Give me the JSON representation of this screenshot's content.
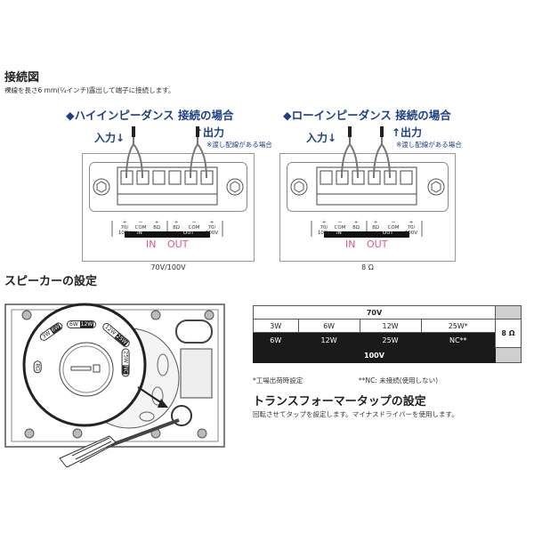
{
  "wiring": {
    "title": "接続図",
    "subtitle": "裸線を長さ6 mm(¼インチ)露出して端子に接続します。",
    "high": {
      "heading": "◆ハイインピーダンス 接続の場合",
      "input": "入力↓",
      "output": "↑出力",
      "note": "※渡し配線がある場合",
      "caption": "70V/100V"
    },
    "low": {
      "heading": "◆ローインピーダンス 接続の場合",
      "input": "入力↓",
      "output": "↑出力",
      "note": "※渡し配線がある場合",
      "caption": "8 Ω"
    },
    "terminal_labels": {
      "t1": [
        "+",
        "70/",
        "100V"
      ],
      "t2": [
        "−",
        "COM"
      ],
      "t3": [
        "+",
        "8Ω"
      ],
      "t4": [
        "+",
        "8Ω"
      ],
      "t5": [
        "−",
        "COM"
      ],
      "t6": [
        "+",
        "70/",
        "100V"
      ],
      "in_bar": "IN",
      "out_bar": "OUT",
      "in_big": "IN",
      "out_big": "OUT"
    },
    "colors": {
      "heading": "#1d3f86",
      "in_out": "#d9578f"
    }
  },
  "speaker": {
    "title": "スピーカーの設定",
    "dial_labels": [
      "3W",
      "6W",
      "6W",
      "12W",
      "12W",
      "25W",
      "25W",
      "NC",
      "8Ω"
    ]
  },
  "tap_table": {
    "top_header": "70V",
    "row_70v": [
      "3W",
      "6W",
      "12W",
      "25W*"
    ],
    "row_100v": [
      "6W",
      "12W",
      "25W",
      "NC**"
    ],
    "bottom_header": "100V",
    "ohm": "8 Ω"
  },
  "notes": {
    "factory": "*工場出荷時設定",
    "nc": "**NC: 未接続(使用しない)"
  },
  "transformer": {
    "title": "トランスフォーマータップの設定",
    "desc": "回転させてタップを設定します。マイナスドライバーを使用します。"
  }
}
